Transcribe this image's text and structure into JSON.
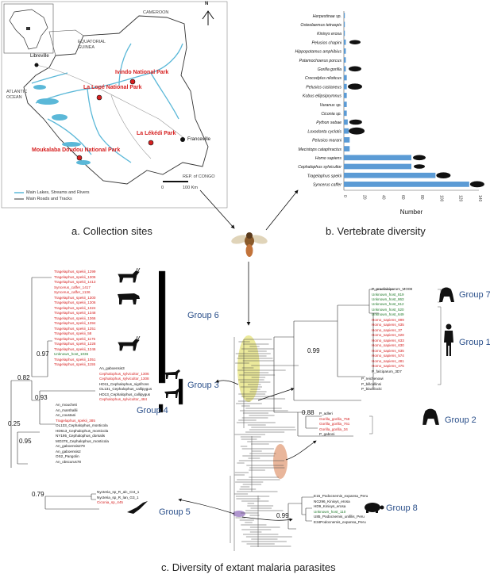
{
  "captions": {
    "a": "a. Collection sites",
    "b": "b. Vertebrate diversity",
    "c": "c. Diversity of extant malaria parasites"
  },
  "map": {
    "countries": [
      "CAMEROON",
      "EQUATORIAL GUINEA",
      "ATLANTIC OCEAN",
      "REP. of CONGO"
    ],
    "cities": [
      "Libreville",
      "Franceville"
    ],
    "parks": [
      "Ivindo National Park",
      "La Lopé National Park",
      "La Lékédi Park",
      "Moukalaba Doudou National Park"
    ],
    "north": "N",
    "scale": [
      "0",
      "100 Km"
    ],
    "legend": [
      "Main Lakes, Streams and Rivers",
      "Main Roads and Tracks"
    ],
    "colors": {
      "water": "#5bb8d8",
      "park": "#d62020"
    }
  },
  "chart_data": {
    "type": "bar",
    "orientation": "horizontal",
    "categories": [
      "Herpestinae sp.",
      "Osteolaemus tetraspis",
      "Kinixys erosa",
      "Pelusios chapini",
      "Hippopotamus amphibius",
      "Potamochoerus porcus",
      "Gorilla gorilla",
      "Crocodylus niloticus",
      "Pelusios castaneus",
      "Kobus ellipsiprymnus",
      "Varanus sp.",
      "Ciconia sp.",
      "Python sebae",
      "Loxodonta cyclotis",
      "Pelusios marani",
      "Mecistops cataphractus",
      "Homo sapiens",
      "Cephalophus sylvicultor",
      "Tragelaphus spekii",
      "Syncerus caffer"
    ],
    "values": [
      1,
      1,
      1,
      2,
      2,
      2,
      2,
      3,
      3,
      3,
      3,
      3,
      4,
      5,
      6,
      6,
      70,
      70,
      95,
      130
    ],
    "xlabel": "Number",
    "xticks": [
      "0",
      "20",
      "40",
      "60",
      "80",
      "100",
      "120",
      "140"
    ],
    "xlim": [
      0,
      140
    ],
    "color": "#5b9bd5"
  },
  "tree": {
    "groups": [
      "Group 6",
      "Group 3",
      "Group 4",
      "Group 7",
      "Group 1",
      "Group 2",
      "Group 5",
      "Group 8"
    ],
    "bootstrap": [
      "0.97",
      "0.82",
      "0.93",
      "0.25",
      "0.95",
      "0.99",
      "0.88",
      "0.79",
      "0.99"
    ],
    "group6": [
      "Tragelaphus_spekii_1299",
      "Tragelaphus_spekii_1306",
      "Tragelaphus_spekii_1413",
      "Syncerus_caffer_1417",
      "Syncerus_caffer_1136",
      "Tragelaphus_spekii_1300",
      "Tragelaphus_spekii_1306",
      "Tragelaphus_spekii_1324",
      "Tragelaphus_spekii_1348",
      "Tragelaphus_spekii_1366",
      "Tragelaphus_spekii_1394",
      "Tragelaphus_spekii_1251",
      "Tragelaphus_spekii_58",
      "Tragelaphus_spekii_1175",
      "Tragelaphus_spekii_1228",
      "Tragelaphus_spekii_1246",
      "Unknown_host_1036",
      "Tragelaphus_spekii_1051",
      "Tragelaphus_spekii_1155"
    ],
    "group3": [
      "An_gaboensis3",
      "Cephalophus_sylvicultor_1306",
      "Cephalophus_sylvicultor_1308",
      "HD11_Cephalophus_nigrifrons",
      "OL131_Cephalophus_callipygus",
      "HD13_Cephalophus_callipygus",
      "Cephalophus_sylvicultor_484"
    ],
    "group4": [
      "An_moucheti",
      "An_marshallii",
      "An_coustani",
      "Tragelaphus_spekii_385",
      "OL133_Cephalophus_monticola",
      "HD613_Cephalophus_monticola",
      "NY195_Cephalophus_dorsalis",
      "MO378_Cephalophus_monticola",
      "An_gaboensis279",
      "An_gaboensis2",
      "OS2_Pangolin",
      "An_obscurus78"
    ],
    "group7": [
      "P_praefalciparum_MO08",
      "Unknown_host_819",
      "Unknown_host_863"
    ],
    "group1": [
      "Unknown_host_612",
      "Unknown_host_520",
      "Unknown_host_649",
      "Homo_sapiens_899",
      "Homo_sapiens_635",
      "Homo_sapiens_37",
      "Homo_sapiens_628",
      "Homo_sapiens_633",
      "Homo_sapiens_630",
      "Homo_sapiens_635",
      "Homo_sapiens_574",
      "Homo_sapiens_481",
      "Homo_sapiens_475",
      "P_falciparum_3D7"
    ],
    "other": [
      "P_reichenowi",
      "P_billcollinsi",
      "P_blacklocki"
    ],
    "group2": [
      "P_adleri",
      "Gorilla_gorilla_758",
      "Gorilla_gorilla_761",
      "Gorilla_gorilla_34",
      "P_gaboni"
    ],
    "group5": [
      "Nycteria_sp_R_alc_CI4_1",
      "Nycteria_sp_R_lan_G3_1",
      "Ciconia_sp_445"
    ],
    "group8": [
      "E15_Podocnemis_expansa_Peru",
      "NG296_Kinixys_erosa",
      "HD9_Kinixys_erosa",
      "Unknown_host_110",
      "U85_Podocnemis_unifilis_Peru",
      "E34Podocnemis_expansa_Peru"
    ]
  }
}
